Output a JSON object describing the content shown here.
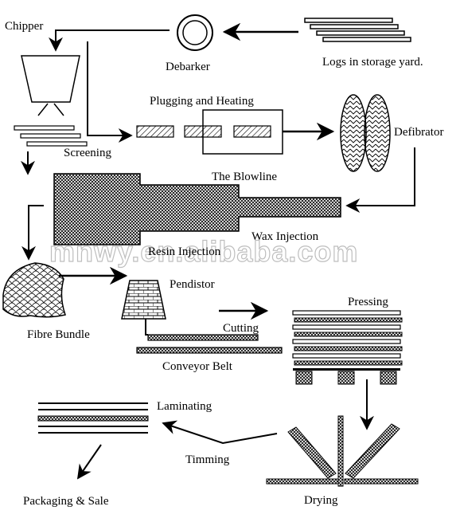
{
  "labels": {
    "chipper": "Chipper",
    "debarker": "Debarker",
    "logs": "Logs in storage yard.",
    "plugging": "Plugging and Heating",
    "screening": "Screening",
    "defibrator": "Defibrator",
    "blowline": "The Blowline",
    "wax": "Wax Injection",
    "resin": "Resin Injection",
    "pendistor": "Pendistor",
    "fibre_bundle": "Fibre Bundle",
    "pressing": "Pressing",
    "cutting": "Cutting",
    "conveyor": "Conveyor Belt",
    "laminating": "Laminating",
    "timming": "Timming",
    "packaging": "Packaging & Sale",
    "drying": "Drying"
  },
  "watermark": "mnwy.en.alibaba.com"
}
